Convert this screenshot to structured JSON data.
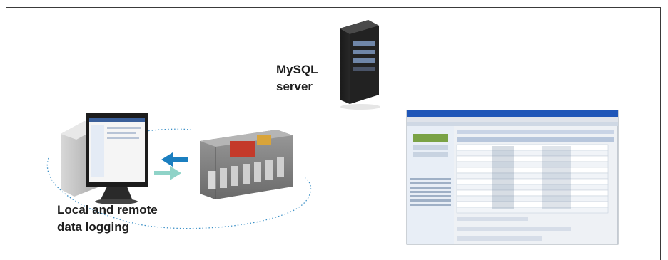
{
  "labels": {
    "mysql_line1": "MySQL",
    "mysql_line2": "server",
    "logging_line1": "Local and remote",
    "logging_line2": "data logging"
  },
  "icons": [
    "server-tower-icon",
    "desktop-pc-icon",
    "plc-controller-icon",
    "database-admin-screenshot"
  ],
  "colors": {
    "arrow_in": "#1b7fc0",
    "arrow_out": "#8fd3c8",
    "dotted_path": "#3a8fc6"
  }
}
